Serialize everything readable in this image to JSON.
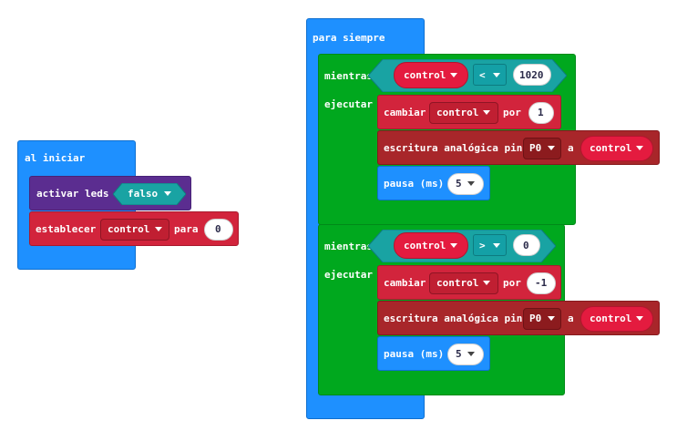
{
  "blocks": {
    "on_start": {
      "header": "al iniciar",
      "show_leds_label": "activar leds",
      "show_leds_value": "falso",
      "set_label": "establecer",
      "set_var": "control",
      "set_to": "para",
      "set_value": "0"
    },
    "forever": {
      "header": "para siempre",
      "while1": {
        "while_label": "mientras",
        "var": "control",
        "op": "<",
        "value": "1020",
        "do_label": "ejecutar",
        "change_label": "cambiar",
        "change_var": "control",
        "by_label": "por",
        "by_value": "1",
        "analog_label": "escritura analógica pin",
        "pin": "P0",
        "a_label": "a",
        "analog_var": "control",
        "pause_label": "pausa (ms)",
        "pause_value": "5"
      },
      "while2": {
        "while_label": "mientras",
        "var": "control",
        "op": ">",
        "value": "0",
        "do_label": "ejecutar",
        "change_label": "cambiar",
        "change_var": "control",
        "by_label": "por",
        "by_value": "-1",
        "analog_label": "escritura analógica pin",
        "pin": "P0",
        "a_label": "a",
        "analog_var": "control",
        "pause_label": "pausa (ms)",
        "pause_value": "5"
      }
    }
  },
  "colors": {
    "events_blue": "#1e90ff",
    "loops_green": "#00a81e",
    "variables_red": "#d2243c",
    "pins_darkred": "#a8262a",
    "logic_teal": "#19a3a3",
    "basic_purple": "#5b2d90"
  }
}
